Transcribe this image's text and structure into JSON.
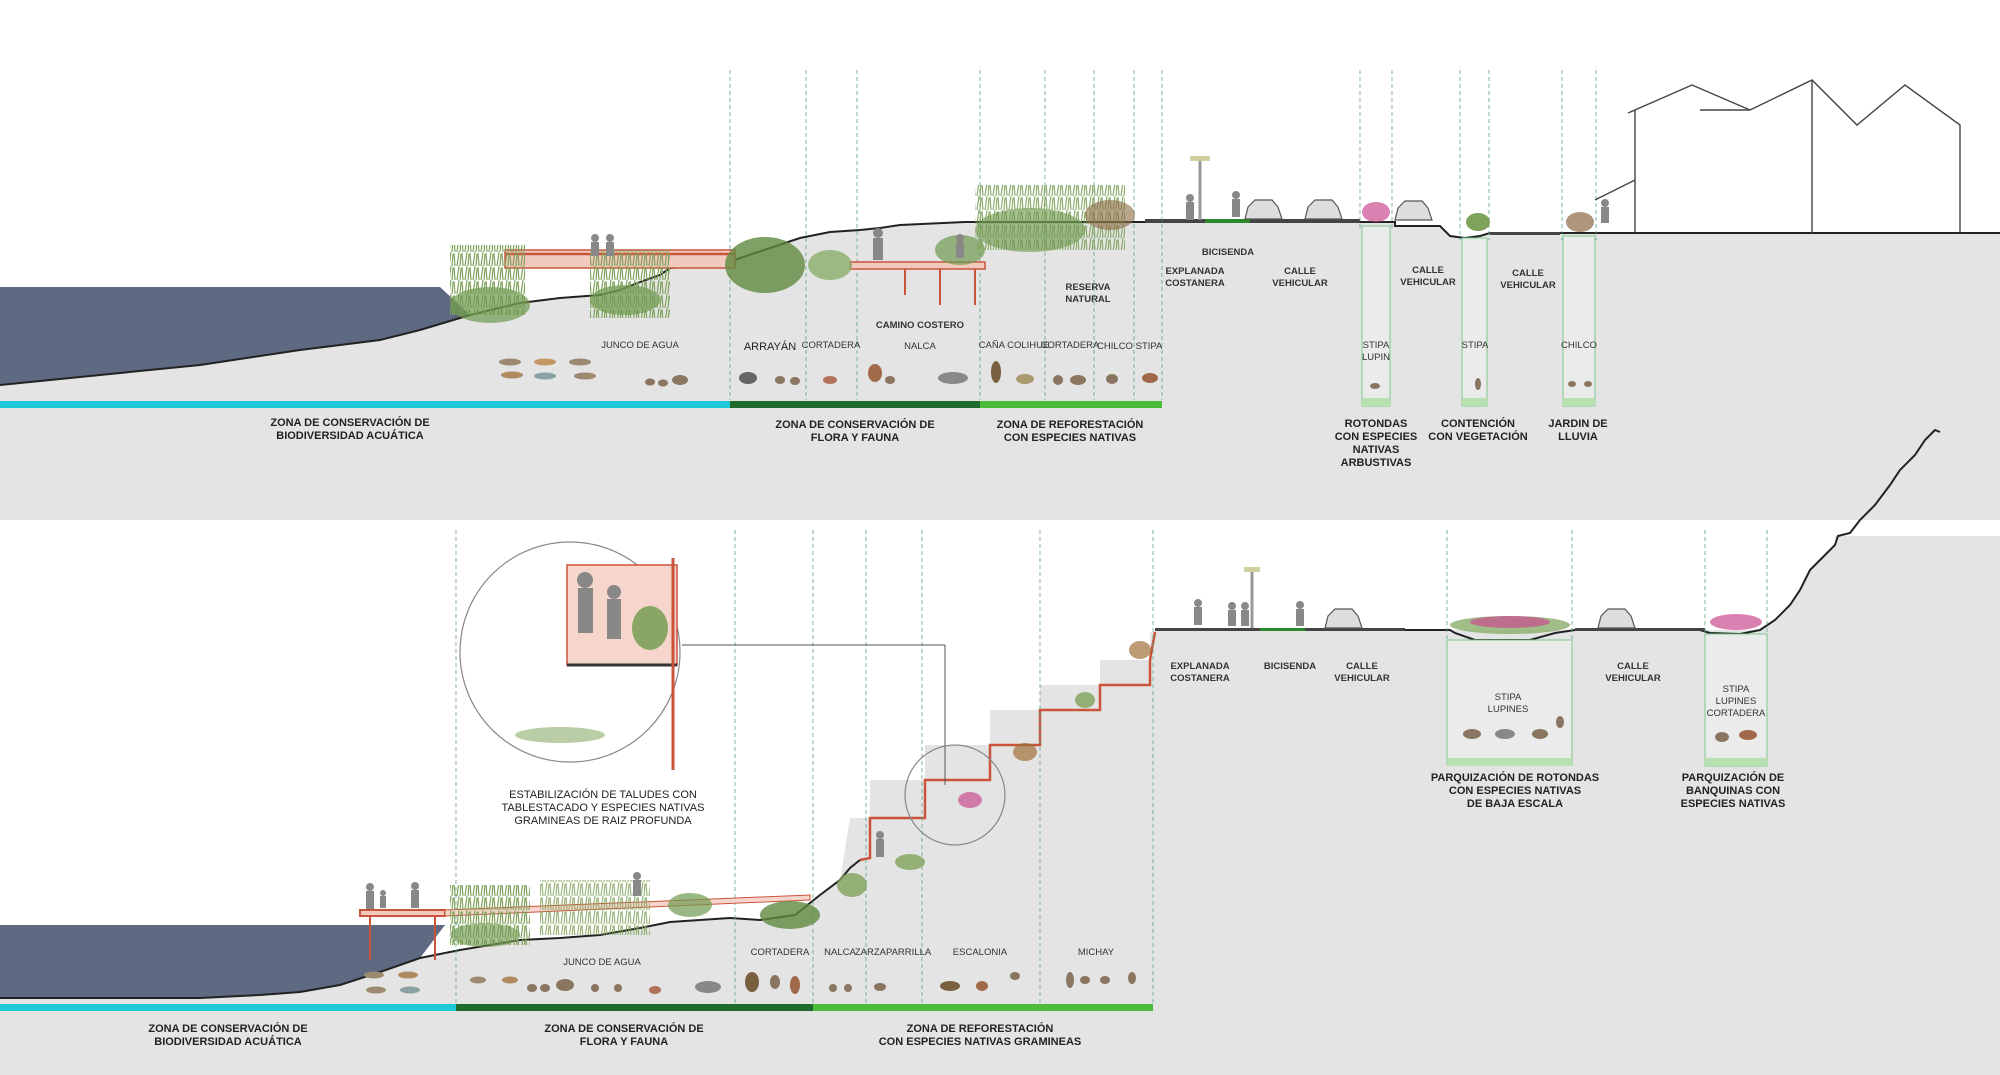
{
  "colors": {
    "water": "#5e6a82",
    "ground": "#e4e4e4",
    "ground_line": "#222222",
    "zone_aquatic": "#1ec9d8",
    "zone_flora_fauna": "#1f6b2e",
    "zone_reforest": "#4cbb3c",
    "boardwalk": "#c9543a",
    "guide_line": "#5aa58c",
    "vegetation": "#6f9a4e"
  },
  "top_section": {
    "labels": {
      "junco": "JUNCO DE AGUA",
      "arrayan": "ARRAYÁN",
      "cortadera": "CORTADERA",
      "nalca": "NALCA",
      "camino_l1": "CAMINO COSTERO",
      "cana": "CAÑA COLIHUE",
      "cortadera2": "CORTADERA",
      "chilco": "CHILCO",
      "stipa": "STIPA",
      "reserva_l1": "RESERVA",
      "reserva_l2": "NATURAL",
      "bicisenda": "BICISENDA",
      "explanada_l1": "EXPLANADA",
      "explanada_l2": "COSTANERA",
      "calle1_l1": "CALLE",
      "calle1_l2": "VEHICULAR",
      "calle2_l1": "CALLE",
      "calle2_l2": "VEHICULAR",
      "calle3_l1": "CALLE",
      "calle3_l2": "VEHICULAR",
      "stipa_lupin_l1": "STIPA",
      "stipa_lupin_l2": "LUPIN",
      "stipa2": "STIPA",
      "chilco2": "CHILCO"
    },
    "zones": {
      "aquatic_l1": "ZONA DE CONSERVACIÓN DE",
      "aquatic_l2": "BIODIVERSIDAD ACUÁTICA",
      "flora_l1": "ZONA DE CONSERVACIÓN DE",
      "flora_l2": "FLORA Y FAUNA",
      "reforest_l1": "ZONA DE REFORESTACIÓN",
      "reforest_l2": "CON ESPECIES NATIVAS",
      "rotondas_l1": "ROTONDAS",
      "rotondas_l2": "CON ESPECIES",
      "rotondas_l3": "NATIVAS",
      "rotondas_l4": "ARBUSTIVAS",
      "contencion_l1": "CONTENCIÓN",
      "contencion_l2": "CON VEGETACIÓN",
      "jardin_l1": "JARDIN DE",
      "jardin_l2": "LLUVIA"
    }
  },
  "bottom_section": {
    "labels": {
      "junco": "JUNCO DE AGUA",
      "cortadera": "CORTADERA",
      "nalca": "NALCA",
      "zarzaparrilla": "ZARZAPARRILLA",
      "escalonia": "ESCALONIA",
      "michay": "MICHAY",
      "explanada_l1": "EXPLANADA",
      "explanada_l2": "COSTANERA",
      "bicisenda": "BICISENDA",
      "calle1_l1": "CALLE",
      "calle1_l2": "VEHICULAR",
      "calle2_l1": "CALLE",
      "calle2_l2": "VEHICULAR",
      "stipa_lupines_l1": "STIPA",
      "stipa_lupines_l2": "LUPINES",
      "stipa3_l1": "STIPA",
      "stipa3_l2": "LUPINES",
      "stipa3_l3": "CORTADERA",
      "estab_l1": "ESTABILIZACIÓN DE TALUDES CON",
      "estab_l2": "TABLESTACADO Y ESPECIES NATIVAS",
      "estab_l3": "GRAMINEAS DE RAIZ PROFUNDA"
    },
    "zones": {
      "aquatic_l1": "ZONA DE CONSERVACIÓN DE",
      "aquatic_l2": "BIODIVERSIDAD ACUÁTICA",
      "flora_l1": "ZONA DE CONSERVACIÓN DE",
      "flora_l2": "FLORA Y FAUNA",
      "reforest_l1": "ZONA DE REFORESTACIÓN",
      "reforest_l2": "CON ESPECIES NATIVAS GRAMINEAS",
      "parq_rot_l1": "PARQUIZACIÓN DE ROTONDAS",
      "parq_rot_l2": "CON ESPECIES NATIVAS",
      "parq_rot_l3": "DE BAJA ESCALA",
      "parq_ban_l1": "PARQUIZACIÓN DE",
      "parq_ban_l2": "BANQUINAS CON",
      "parq_ban_l3": "ESPECIES NATIVAS"
    }
  }
}
